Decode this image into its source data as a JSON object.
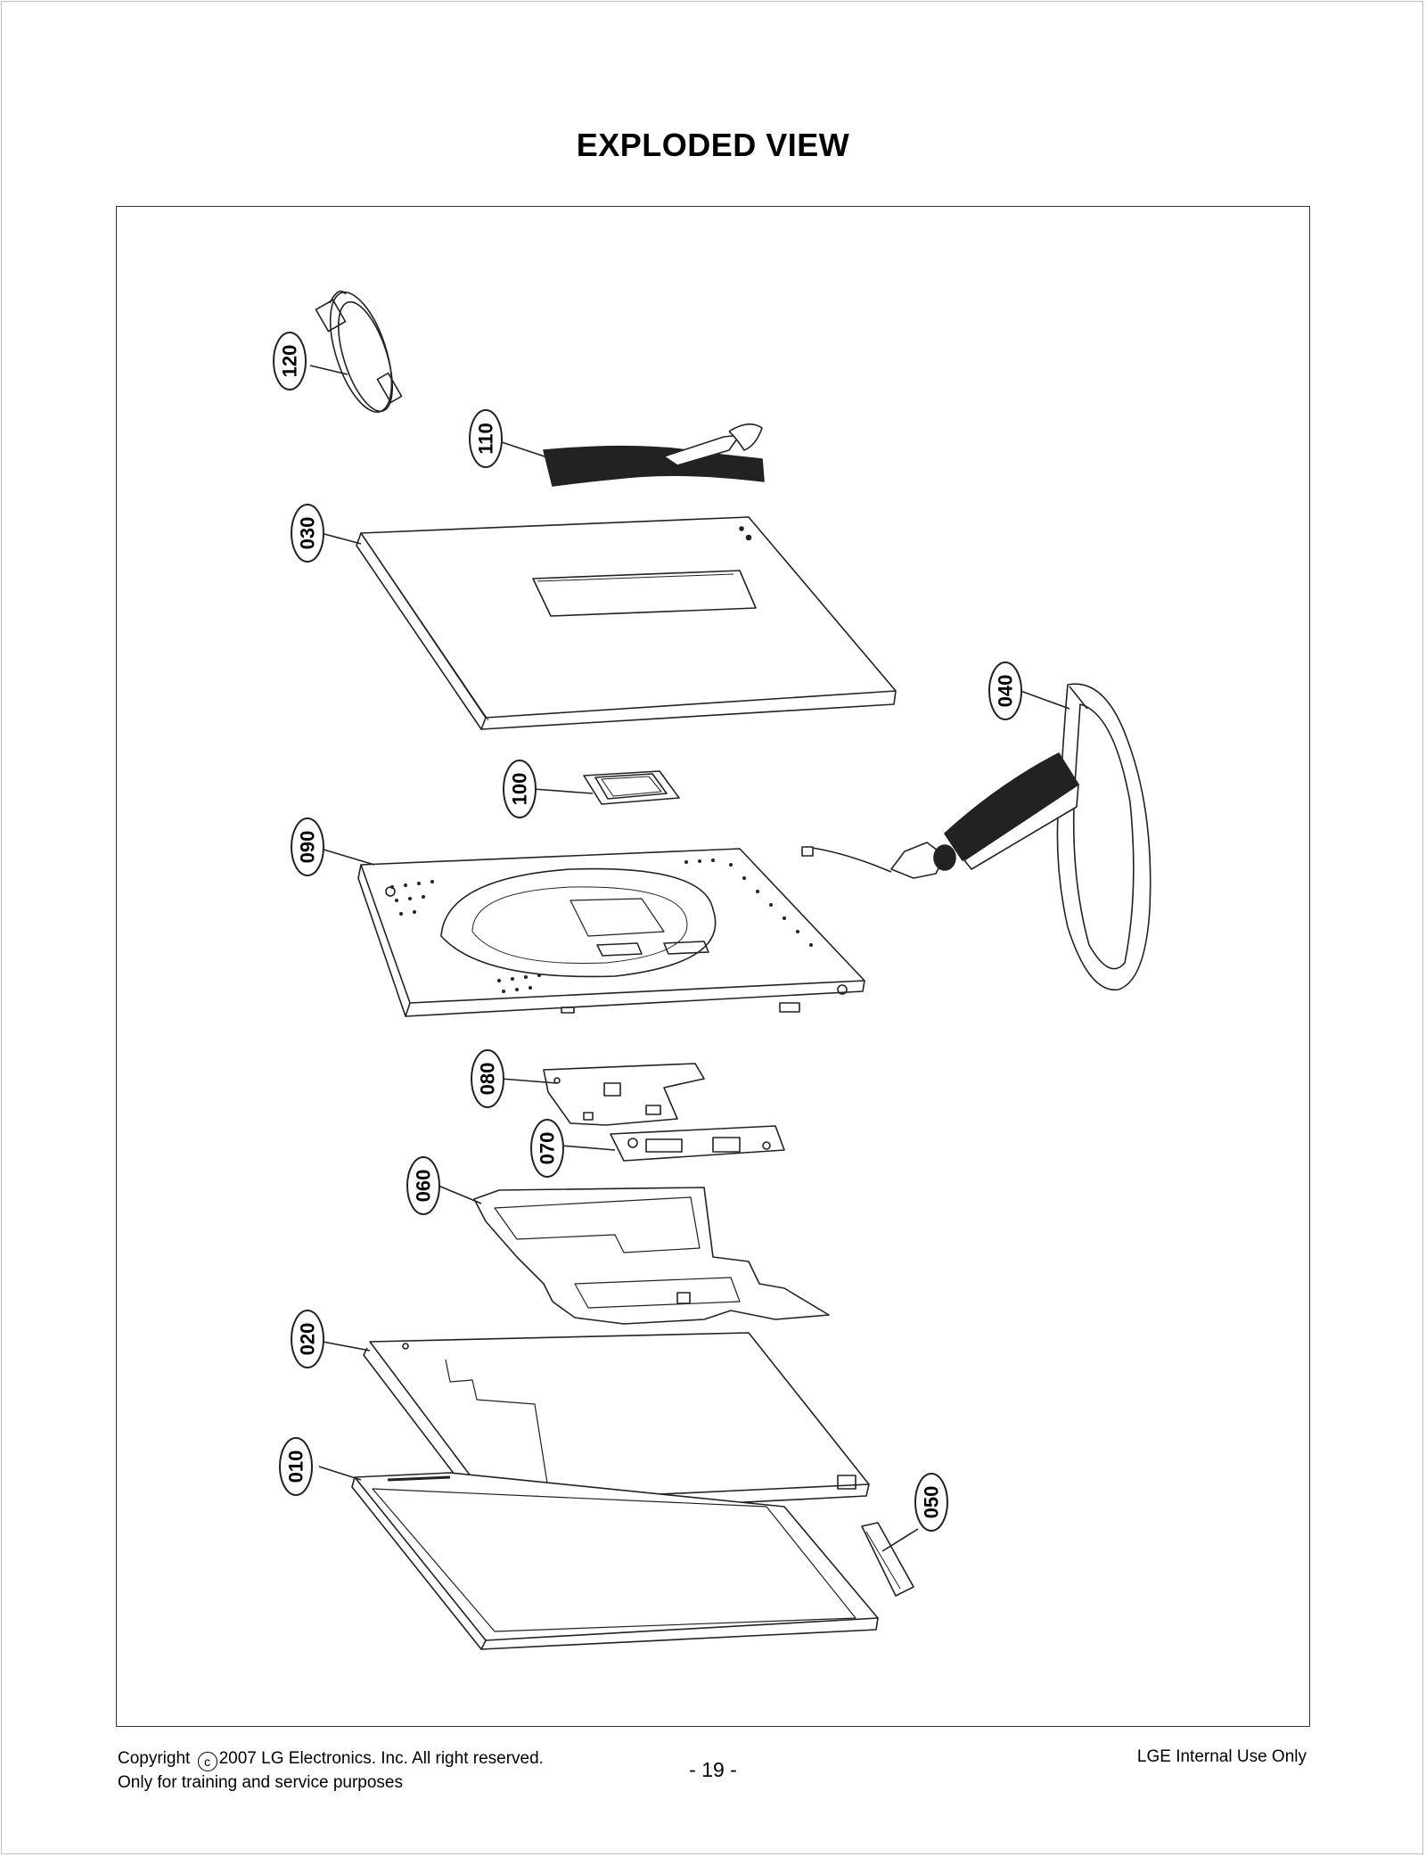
{
  "document": {
    "title": "EXPLODED VIEW"
  },
  "callouts": {
    "p120": "120",
    "p110": "110",
    "p030": "030",
    "p040": "040",
    "p100": "100",
    "p090": "090",
    "p080": "080",
    "p070": "070",
    "p060": "060",
    "p020": "020",
    "p010": "010",
    "p050": "050"
  },
  "footer": {
    "copyright_prefix": "Copyright",
    "copyright_symbol": "c",
    "copyright_text": "2007 LG Electronics. Inc. All right reserved.",
    "training_note": "Only for training and service purposes",
    "page_number": "- 19 -",
    "internal_note": "LGE Internal Use Only"
  }
}
